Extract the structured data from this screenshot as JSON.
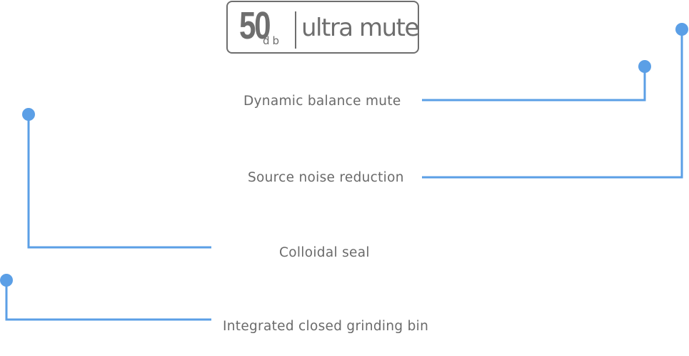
{
  "logo": {
    "number": "50",
    "unit": "db",
    "text": "ultra mute"
  },
  "features": [
    {
      "label": "Dynamic balance mute"
    },
    {
      "label": "Source noise reduction"
    },
    {
      "label": "Colloidal seal"
    },
    {
      "label": "Integrated closed grinding bin"
    }
  ],
  "colors": {
    "connector": "#5b9fe6",
    "text": "#6a6a6a",
    "logo": "#6e6e6e"
  }
}
